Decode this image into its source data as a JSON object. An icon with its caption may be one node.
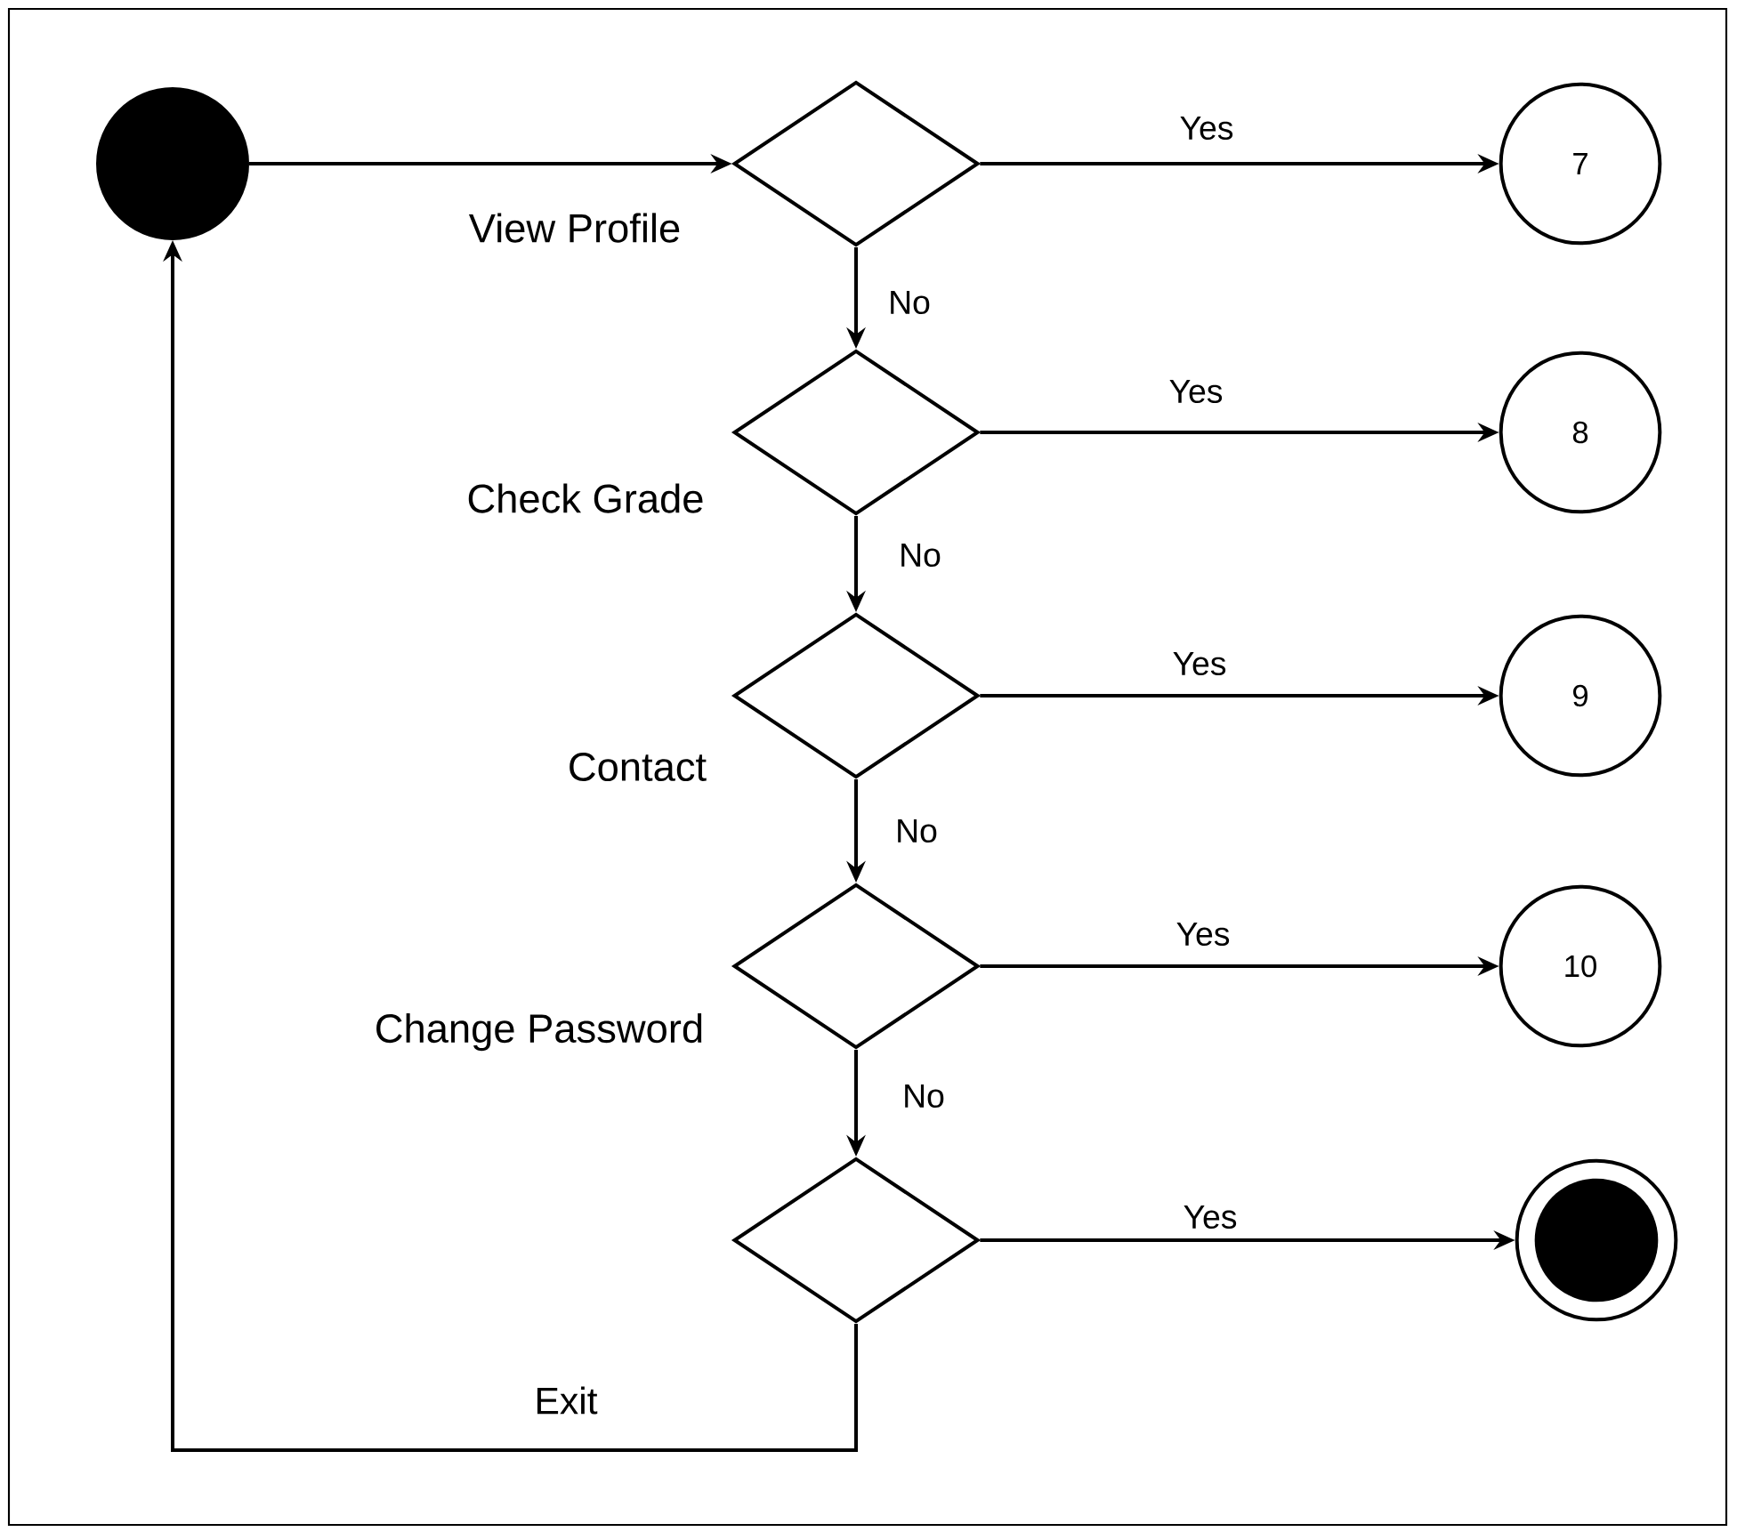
{
  "diagram": {
    "nodes": [
      {
        "text": [],
        "shape": "circle"
      },
      {
        "text": [
          "View Profile"
        ]
      },
      {
        "text": [
          "7"
        ]
      },
      {
        "text": [
          "Check Grade"
        ]
      },
      {
        "text": [
          "8"
        ]
      },
      {
        "text": [
          "Contact"
        ]
      },
      {
        "text": [
          "9"
        ]
      },
      {
        "text": [
          "Change Password"
        ]
      },
      {
        "text": [
          "10"
        ]
      },
      {
        "text": [],
        "shape": "diamond"
      },
      {
        "text": [],
        "shape": "circle"
      }
    ],
    "edges": [
      {
        "from": 0,
        "to": 1,
        "arrow": "to"
      },
      {
        "from": 1,
        "to": 2,
        "arrow": "to",
        "label": "Yes"
      },
      {
        "from": 1,
        "to": 3,
        "arrow": "to",
        "label": "No"
      },
      {
        "from": 3,
        "to": 4,
        "arrow": "to",
        "label": "Yes"
      },
      {
        "from": 3,
        "to": 5,
        "arrow": "to",
        "label": "No"
      },
      {
        "from": 5,
        "to": 6,
        "arrow": "to",
        "label": "Yes"
      },
      {
        "from": 5,
        "to": 7,
        "arrow": "to",
        "label": "No"
      },
      {
        "from": 7,
        "to": 8,
        "arrow": "to",
        "label": "Yes"
      },
      {
        "from": 7,
        "to": 9,
        "arrow": "to",
        "label": "No"
      },
      {
        "from": 9,
        "to": 10,
        "arrow": "to",
        "label": "Yes"
      },
      {
        "from": 9,
        "to": 0,
        "arrow": "to",
        "label": "Exit"
      }
    ]
  }
}
